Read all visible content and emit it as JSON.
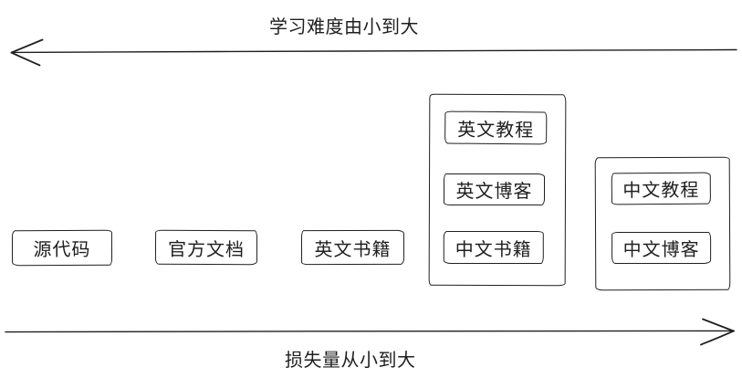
{
  "diagram": {
    "top_axis": {
      "label": "学习难度由小到大",
      "arrow_direction": "left"
    },
    "bottom_axis": {
      "label": "损失量从小到大",
      "arrow_direction": "right"
    },
    "boxes": [
      {
        "label": "源代码"
      },
      {
        "label": "官方文档"
      },
      {
        "label": "英文书籍"
      }
    ],
    "groups": [
      {
        "items": [
          {
            "label": "英文教程"
          },
          {
            "label": "英文博客"
          },
          {
            "label": "中文书籍"
          }
        ]
      },
      {
        "items": [
          {
            "label": "中文教程"
          },
          {
            "label": "中文博客"
          }
        ]
      }
    ],
    "colors": {
      "stroke": "#1f1f1f",
      "background": "#ffffff"
    }
  }
}
